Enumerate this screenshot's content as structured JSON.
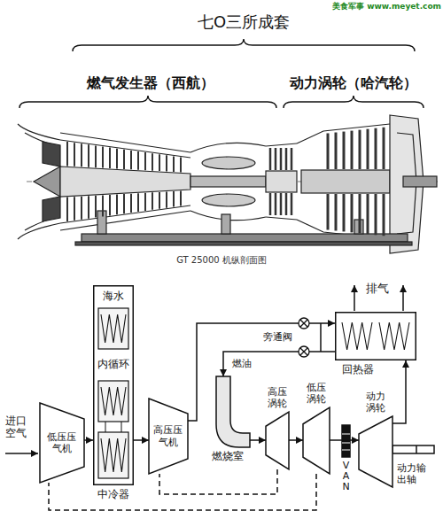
{
  "diagram": {
    "caption": "GT 25000 机纵剖面图",
    "nodes": [
      {
        "text": [
          "低压压气机"
        ]
      },
      {
        "text": [
          "海水",
          "内循环",
          "中冷器"
        ]
      },
      {
        "text": [
          "高压压气机"
        ]
      },
      {
        "text": [
          "燃烧室"
        ]
      },
      {
        "text": [
          "高压涡轮"
        ]
      },
      {
        "text": [
          "低压涡轮"
        ]
      },
      {
        "text": [
          "动力涡轮"
        ]
      },
      {
        "text": [
          "回热器"
        ]
      }
    ],
    "edges": [
      {
        "from": 0,
        "to": 1,
        "arrow": "to"
      },
      {
        "from": 1,
        "to": 2,
        "arrow": "to"
      },
      {
        "from": 2,
        "to": 7,
        "arrow": "to"
      },
      {
        "from": 7,
        "to": 3,
        "arrow": "to"
      },
      {
        "from": 3,
        "to": 4,
        "arrow": "to"
      },
      {
        "from": 4,
        "to": 5,
        "arrow": "to"
      },
      {
        "from": 5,
        "to": 6,
        "arrow": "to"
      },
      {
        "from": 6,
        "to": 7,
        "arrow": "to"
      },
      {
        "from": 4,
        "to": 2,
        "arrow": "none"
      },
      {
        "from": 5,
        "to": 0,
        "arrow": "none"
      }
    ],
    "labels": [
      "美食军事 www.meyet.com",
      "七O三所成套",
      "燃气发生器（西航）",
      "动力涡轮（哈汽轮）",
      "进口空气",
      "燃油",
      "旁通阀",
      "排气",
      "VAN",
      "动力输出轴"
    ]
  }
}
